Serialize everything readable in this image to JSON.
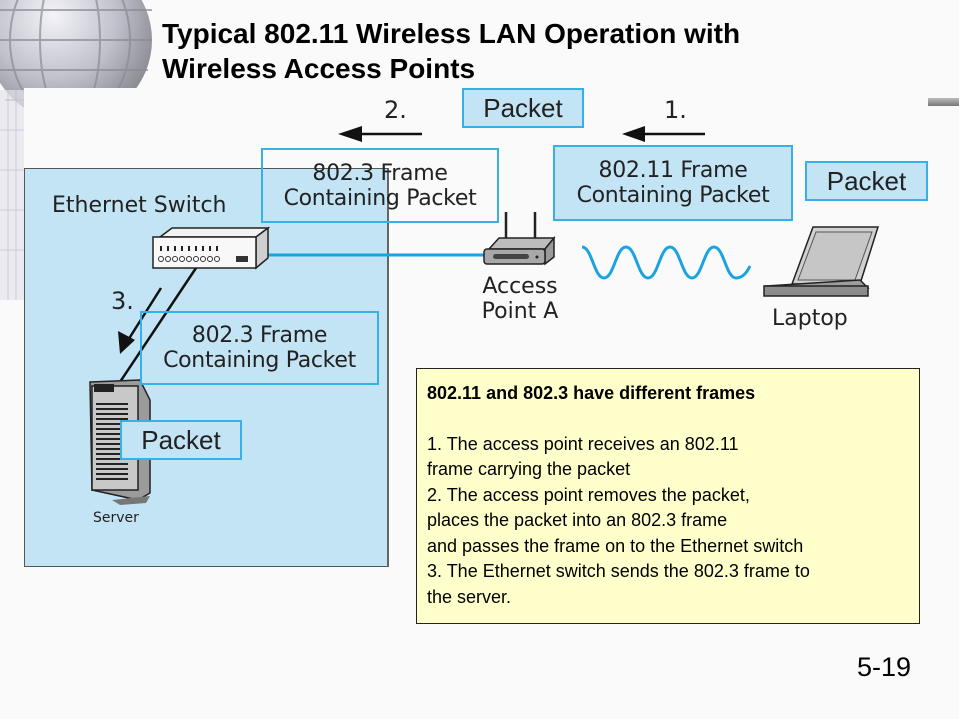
{
  "slide": {
    "title_line1": "Typical 802.11 Wireless LAN Operation with",
    "title_line2": "Wireless Access Points",
    "page_number": "5-19"
  },
  "diagram": {
    "steps": [
      "1.",
      "2.",
      "3."
    ],
    "frame_80211": {
      "line1": "802.11 Frame",
      "line2": "Containing Packet"
    },
    "frame_8023_top": {
      "line1": "802.3 Frame",
      "line2": "Containing Packet"
    },
    "frame_8023_bottom": {
      "line1": "802.3 Frame",
      "line2": "Containing Packet"
    },
    "packet_label": "Packet",
    "devices": {
      "switch": "Ethernet Switch",
      "access_point_line1": "Access",
      "access_point_line2": "Point A",
      "laptop": "Laptop",
      "server": "Server"
    },
    "colors": {
      "box_border": "#35b1e6",
      "box_fill": "#c3e4f5",
      "wave": "#1aa3e0",
      "note_fill": "#ffffcc"
    }
  },
  "note": {
    "heading": "802.11 and 802.3 have different frames",
    "lines": [
      "1. The access point receives an 802.11",
      "frame carrying the packet",
      "2. The access point removes the packet,",
      "places the packet into an 802.3 frame",
      "and passes the frame on to the Ethernet switch",
      "3. The Ethernet switch sends the 802.3 frame to",
      "the server."
    ]
  }
}
